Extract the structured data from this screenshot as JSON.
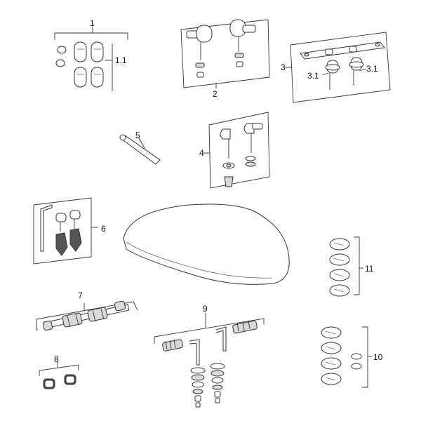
{
  "labels": {
    "l1": "1",
    "l1_1": "1.1",
    "l2": "2",
    "l3": "3",
    "l3_1a": "3.1",
    "l3_1b": "3.1",
    "l4": "4",
    "l5": "5",
    "l6": "6",
    "l7": "7",
    "l8": "8",
    "l9": "9",
    "l10": "10",
    "l11": "11"
  }
}
